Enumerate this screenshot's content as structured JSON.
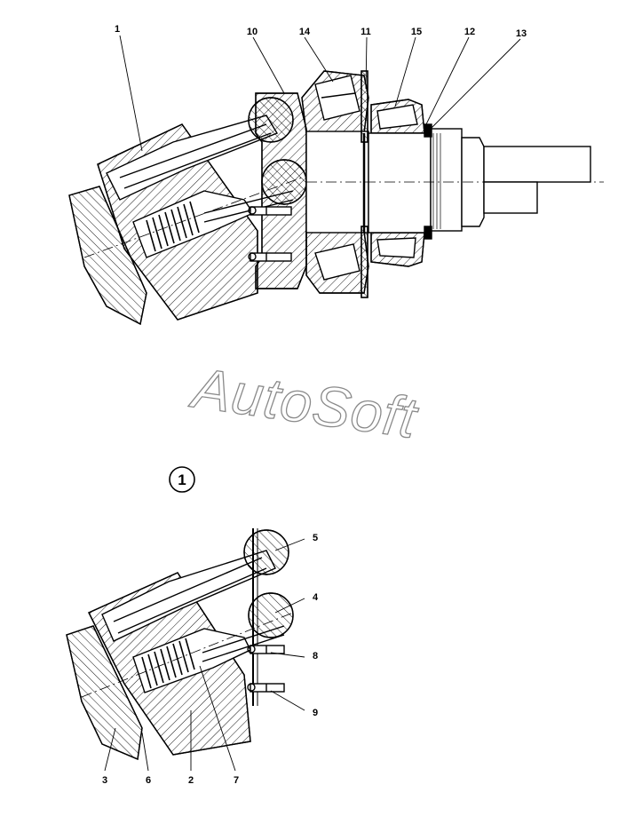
{
  "watermark": "AutoSoft",
  "detail_marker": "1",
  "top_callouts": [
    "1",
    "10",
    "14",
    "11",
    "15",
    "12",
    "13"
  ],
  "bottom_callouts": [
    "5",
    "4",
    "8",
    "9",
    "3",
    "6",
    "2",
    "7"
  ]
}
